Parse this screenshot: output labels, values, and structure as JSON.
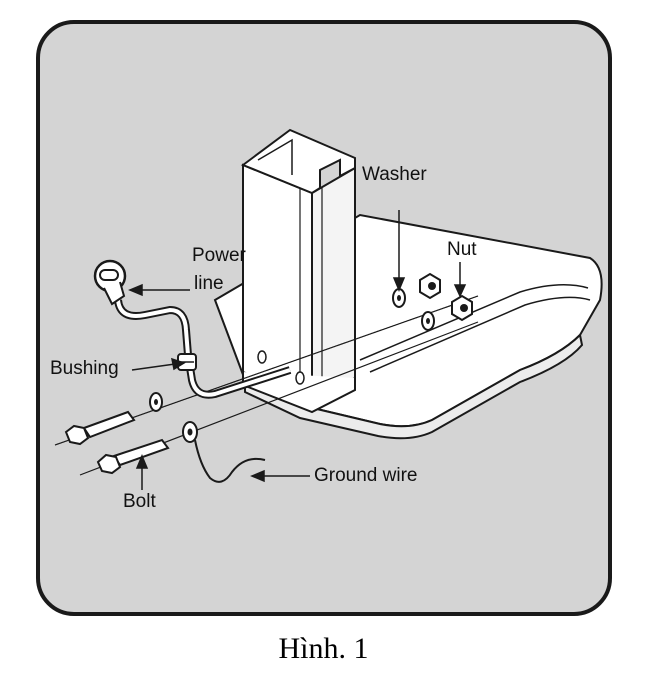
{
  "figure": {
    "labels": {
      "washer": "Washer",
      "nut": "Nut",
      "power_line_1": "Power",
      "power_line_2": "line",
      "bushing": "Bushing",
      "ground_wire": "Ground wire",
      "bolt": "Bolt"
    },
    "caption": "Hình. 1",
    "colors": {
      "panel_fill": "#d4d4d4",
      "frame_stroke": "#1a1a1a",
      "part_fill": "#ffffff"
    }
  }
}
